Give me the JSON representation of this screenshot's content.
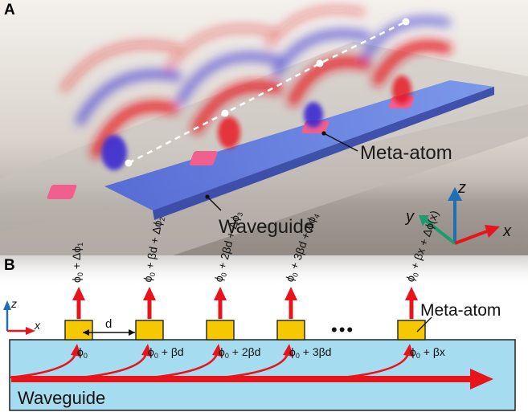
{
  "panel_a": {
    "letter": "A",
    "meta_atom_label": "Meta-atom",
    "waveguide_label": "Waveguide",
    "axes": {
      "z": "z",
      "y": "y",
      "x": "x"
    }
  },
  "panel_b": {
    "letter": "B",
    "axes": {
      "z": "z",
      "x": "x"
    },
    "spacing_label": "d",
    "meta_atom_label": "Meta-atom",
    "waveguide_label": "Waveguide",
    "ellipsis": "•••",
    "emitted_phases": [
      {
        "base": "ϕ",
        "base_sub": "0",
        "mid": " + Δϕ",
        "mid_sub": "1",
        "tail": ""
      },
      {
        "base": "ϕ",
        "base_sub": "0",
        "mid": " + βd + Δϕ",
        "mid_sub": "2",
        "tail": ""
      },
      {
        "base": "ϕ",
        "base_sub": "0",
        "mid": " + 2βd + Δϕ",
        "mid_sub": "3",
        "tail": ""
      },
      {
        "base": "ϕ",
        "base_sub": "0",
        "mid": " + 3βd + Δϕ",
        "mid_sub": "4",
        "tail": ""
      },
      {
        "base": "ϕ",
        "base_sub": "0",
        "mid": " + βx + Δϕ(x)",
        "mid_sub": "",
        "tail": ""
      }
    ],
    "guided_phases": [
      {
        "base": "ϕ",
        "sub": "0",
        "rest": ""
      },
      {
        "base": "ϕ",
        "sub": "0",
        "rest": " + βd"
      },
      {
        "base": "ϕ",
        "sub": "0",
        "rest": " + 2βd"
      },
      {
        "base": "ϕ",
        "sub": "0",
        "rest": " + 3βd"
      },
      {
        "base": "ϕ",
        "sub": "0",
        "rest": " + βx"
      }
    ]
  },
  "colors": {
    "red_arrow": "#e8141c",
    "meta_atom_fill": "#f5c800",
    "waveguide_fill": "#a6dcef",
    "blue_axis": "#1f6fb5",
    "green_axis": "#1a9c6e"
  }
}
